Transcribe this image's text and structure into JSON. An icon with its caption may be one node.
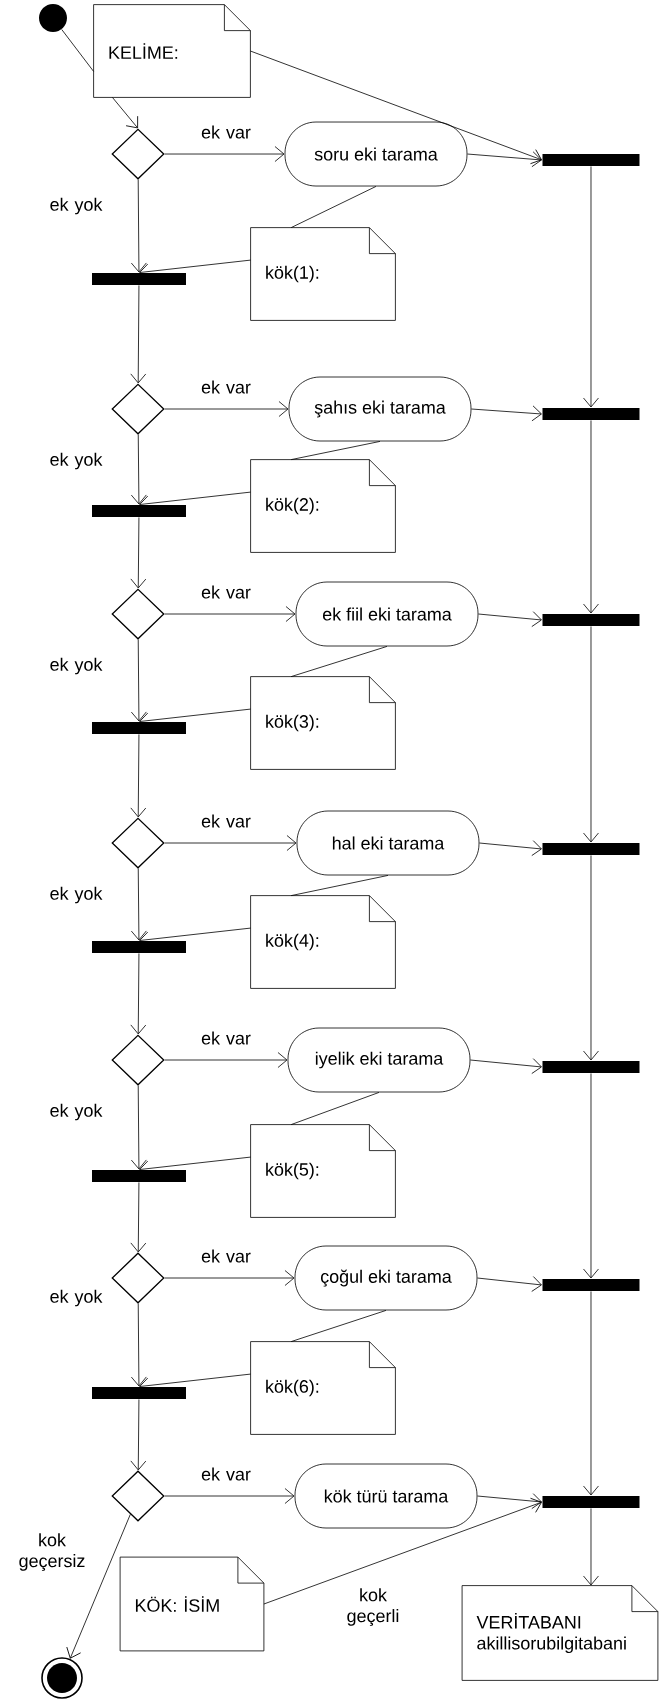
{
  "diagram": {
    "nodes": [
      {
        "text": [],
        "shape": "circle"
      },
      {
        "text": [
          "KELİME:"
        ]
      },
      {
        "text": [],
        "shape": "diamond"
      },
      {
        "text": [
          "soru eki tarama"
        ]
      },
      {
        "text": [],
        "shape": "bar"
      },
      {
        "text": [
          "kök(1):"
        ]
      },
      {
        "text": [],
        "shape": "bar"
      },
      {
        "text": [],
        "shape": "diamond"
      },
      {
        "text": [
          "şahıs eki tarama"
        ]
      },
      {
        "text": [],
        "shape": "bar"
      },
      {
        "text": [
          "kök(2):"
        ]
      },
      {
        "text": [],
        "shape": "bar"
      },
      {
        "text": [],
        "shape": "diamond"
      },
      {
        "text": [
          "ek fiil eki tarama"
        ]
      },
      {
        "text": [],
        "shape": "bar"
      },
      {
        "text": [
          "kök(3):"
        ]
      },
      {
        "text": [],
        "shape": "bar"
      },
      {
        "text": [],
        "shape": "diamond"
      },
      {
        "text": [
          "hal eki tarama"
        ]
      },
      {
        "text": [],
        "shape": "bar"
      },
      {
        "text": [
          "kök(4):"
        ]
      },
      {
        "text": [],
        "shape": "bar"
      },
      {
        "text": [],
        "shape": "diamond"
      },
      {
        "text": [
          "iyelik eki tarama"
        ]
      },
      {
        "text": [],
        "shape": "bar"
      },
      {
        "text": [
          "kök(5):"
        ]
      },
      {
        "text": [],
        "shape": "bar"
      },
      {
        "text": [],
        "shape": "diamond"
      },
      {
        "text": [
          "çoğul eki tarama"
        ]
      },
      {
        "text": [],
        "shape": "bar"
      },
      {
        "text": [
          "kök(6):"
        ]
      },
      {
        "text": [],
        "shape": "bar"
      },
      {
        "text": [],
        "shape": "diamond"
      },
      {
        "text": [
          "kök türü tarama"
        ]
      },
      {
        "text": [],
        "shape": "bar"
      },
      {
        "text": [
          "KÖK: İSİM"
        ]
      },
      {
        "text": [
          "VERİTABANI",
          "akillisorubilgitabani"
        ]
      },
      {
        "text": [],
        "shape": "bullseye"
      }
    ],
    "edges": [
      {
        "from": 0,
        "to": 1,
        "arrow": "none"
      },
      {
        "from": 1,
        "to": 2,
        "arrow": "to"
      },
      {
        "from": 1,
        "to": 4,
        "arrow": "to"
      },
      {
        "from": 2,
        "to": 3,
        "arrow": "to",
        "label": "ek var"
      },
      {
        "from": 2,
        "to": 6,
        "arrow": "to",
        "label": "ek yok"
      },
      {
        "from": 3,
        "to": 4,
        "arrow": "to"
      },
      {
        "from": 3,
        "to": 5,
        "arrow": "none"
      },
      {
        "from": 5,
        "to": 6,
        "arrow": "to"
      },
      {
        "from": 6,
        "to": 7,
        "arrow": "to"
      },
      {
        "from": 4,
        "to": 9,
        "arrow": "to"
      },
      {
        "from": 7,
        "to": 8,
        "arrow": "to",
        "label": "ek var"
      },
      {
        "from": 7,
        "to": 11,
        "arrow": "to",
        "label": "ek yok"
      },
      {
        "from": 8,
        "to": 9,
        "arrow": "to"
      },
      {
        "from": 8,
        "to": 10,
        "arrow": "none"
      },
      {
        "from": 10,
        "to": 11,
        "arrow": "to"
      },
      {
        "from": 11,
        "to": 12,
        "arrow": "to"
      },
      {
        "from": 9,
        "to": 14,
        "arrow": "to"
      },
      {
        "from": 12,
        "to": 13,
        "arrow": "to",
        "label": "ek var"
      },
      {
        "from": 12,
        "to": 16,
        "arrow": "to",
        "label": "ek yok"
      },
      {
        "from": 13,
        "to": 14,
        "arrow": "to"
      },
      {
        "from": 13,
        "to": 15,
        "arrow": "none"
      },
      {
        "from": 15,
        "to": 16,
        "arrow": "to"
      },
      {
        "from": 16,
        "to": 17,
        "arrow": "to"
      },
      {
        "from": 14,
        "to": 19,
        "arrow": "to"
      },
      {
        "from": 17,
        "to": 18,
        "arrow": "to",
        "label": "ek var"
      },
      {
        "from": 17,
        "to": 21,
        "arrow": "to",
        "label": "ek yok"
      },
      {
        "from": 18,
        "to": 19,
        "arrow": "to"
      },
      {
        "from": 18,
        "to": 20,
        "arrow": "none"
      },
      {
        "from": 20,
        "to": 21,
        "arrow": "to"
      },
      {
        "from": 21,
        "to": 22,
        "arrow": "to"
      },
      {
        "from": 19,
        "to": 24,
        "arrow": "to"
      },
      {
        "from": 22,
        "to": 23,
        "arrow": "to",
        "label": "ek var"
      },
      {
        "from": 22,
        "to": 26,
        "arrow": "to",
        "label": "ek yok"
      },
      {
        "from": 23,
        "to": 24,
        "arrow": "to"
      },
      {
        "from": 23,
        "to": 25,
        "arrow": "none"
      },
      {
        "from": 25,
        "to": 26,
        "arrow": "to"
      },
      {
        "from": 26,
        "to": 27,
        "arrow": "to"
      },
      {
        "from": 24,
        "to": 29,
        "arrow": "to"
      },
      {
        "from": 27,
        "to": 28,
        "arrow": "to",
        "label": "ek var"
      },
      {
        "from": 27,
        "to": 31,
        "arrow": "to",
        "label": "ek yok"
      },
      {
        "from": 28,
        "to": 29,
        "arrow": "to"
      },
      {
        "from": 28,
        "to": 30,
        "arrow": "none"
      },
      {
        "from": 30,
        "to": 31,
        "arrow": "to"
      },
      {
        "from": 31,
        "to": 32,
        "arrow": "to"
      },
      {
        "from": 29,
        "to": 34,
        "arrow": "to"
      },
      {
        "from": 32,
        "to": 33,
        "arrow": "to",
        "label": "ek var"
      },
      {
        "from": 32,
        "to": 37,
        "arrow": "to",
        "label": "kok geçersiz"
      },
      {
        "from": 33,
        "to": 34,
        "arrow": "to"
      },
      {
        "from": 35,
        "to": 34,
        "arrow": "to",
        "label": "kok geçerli"
      },
      {
        "from": 34,
        "to": 36,
        "arrow": "to"
      }
    ]
  }
}
